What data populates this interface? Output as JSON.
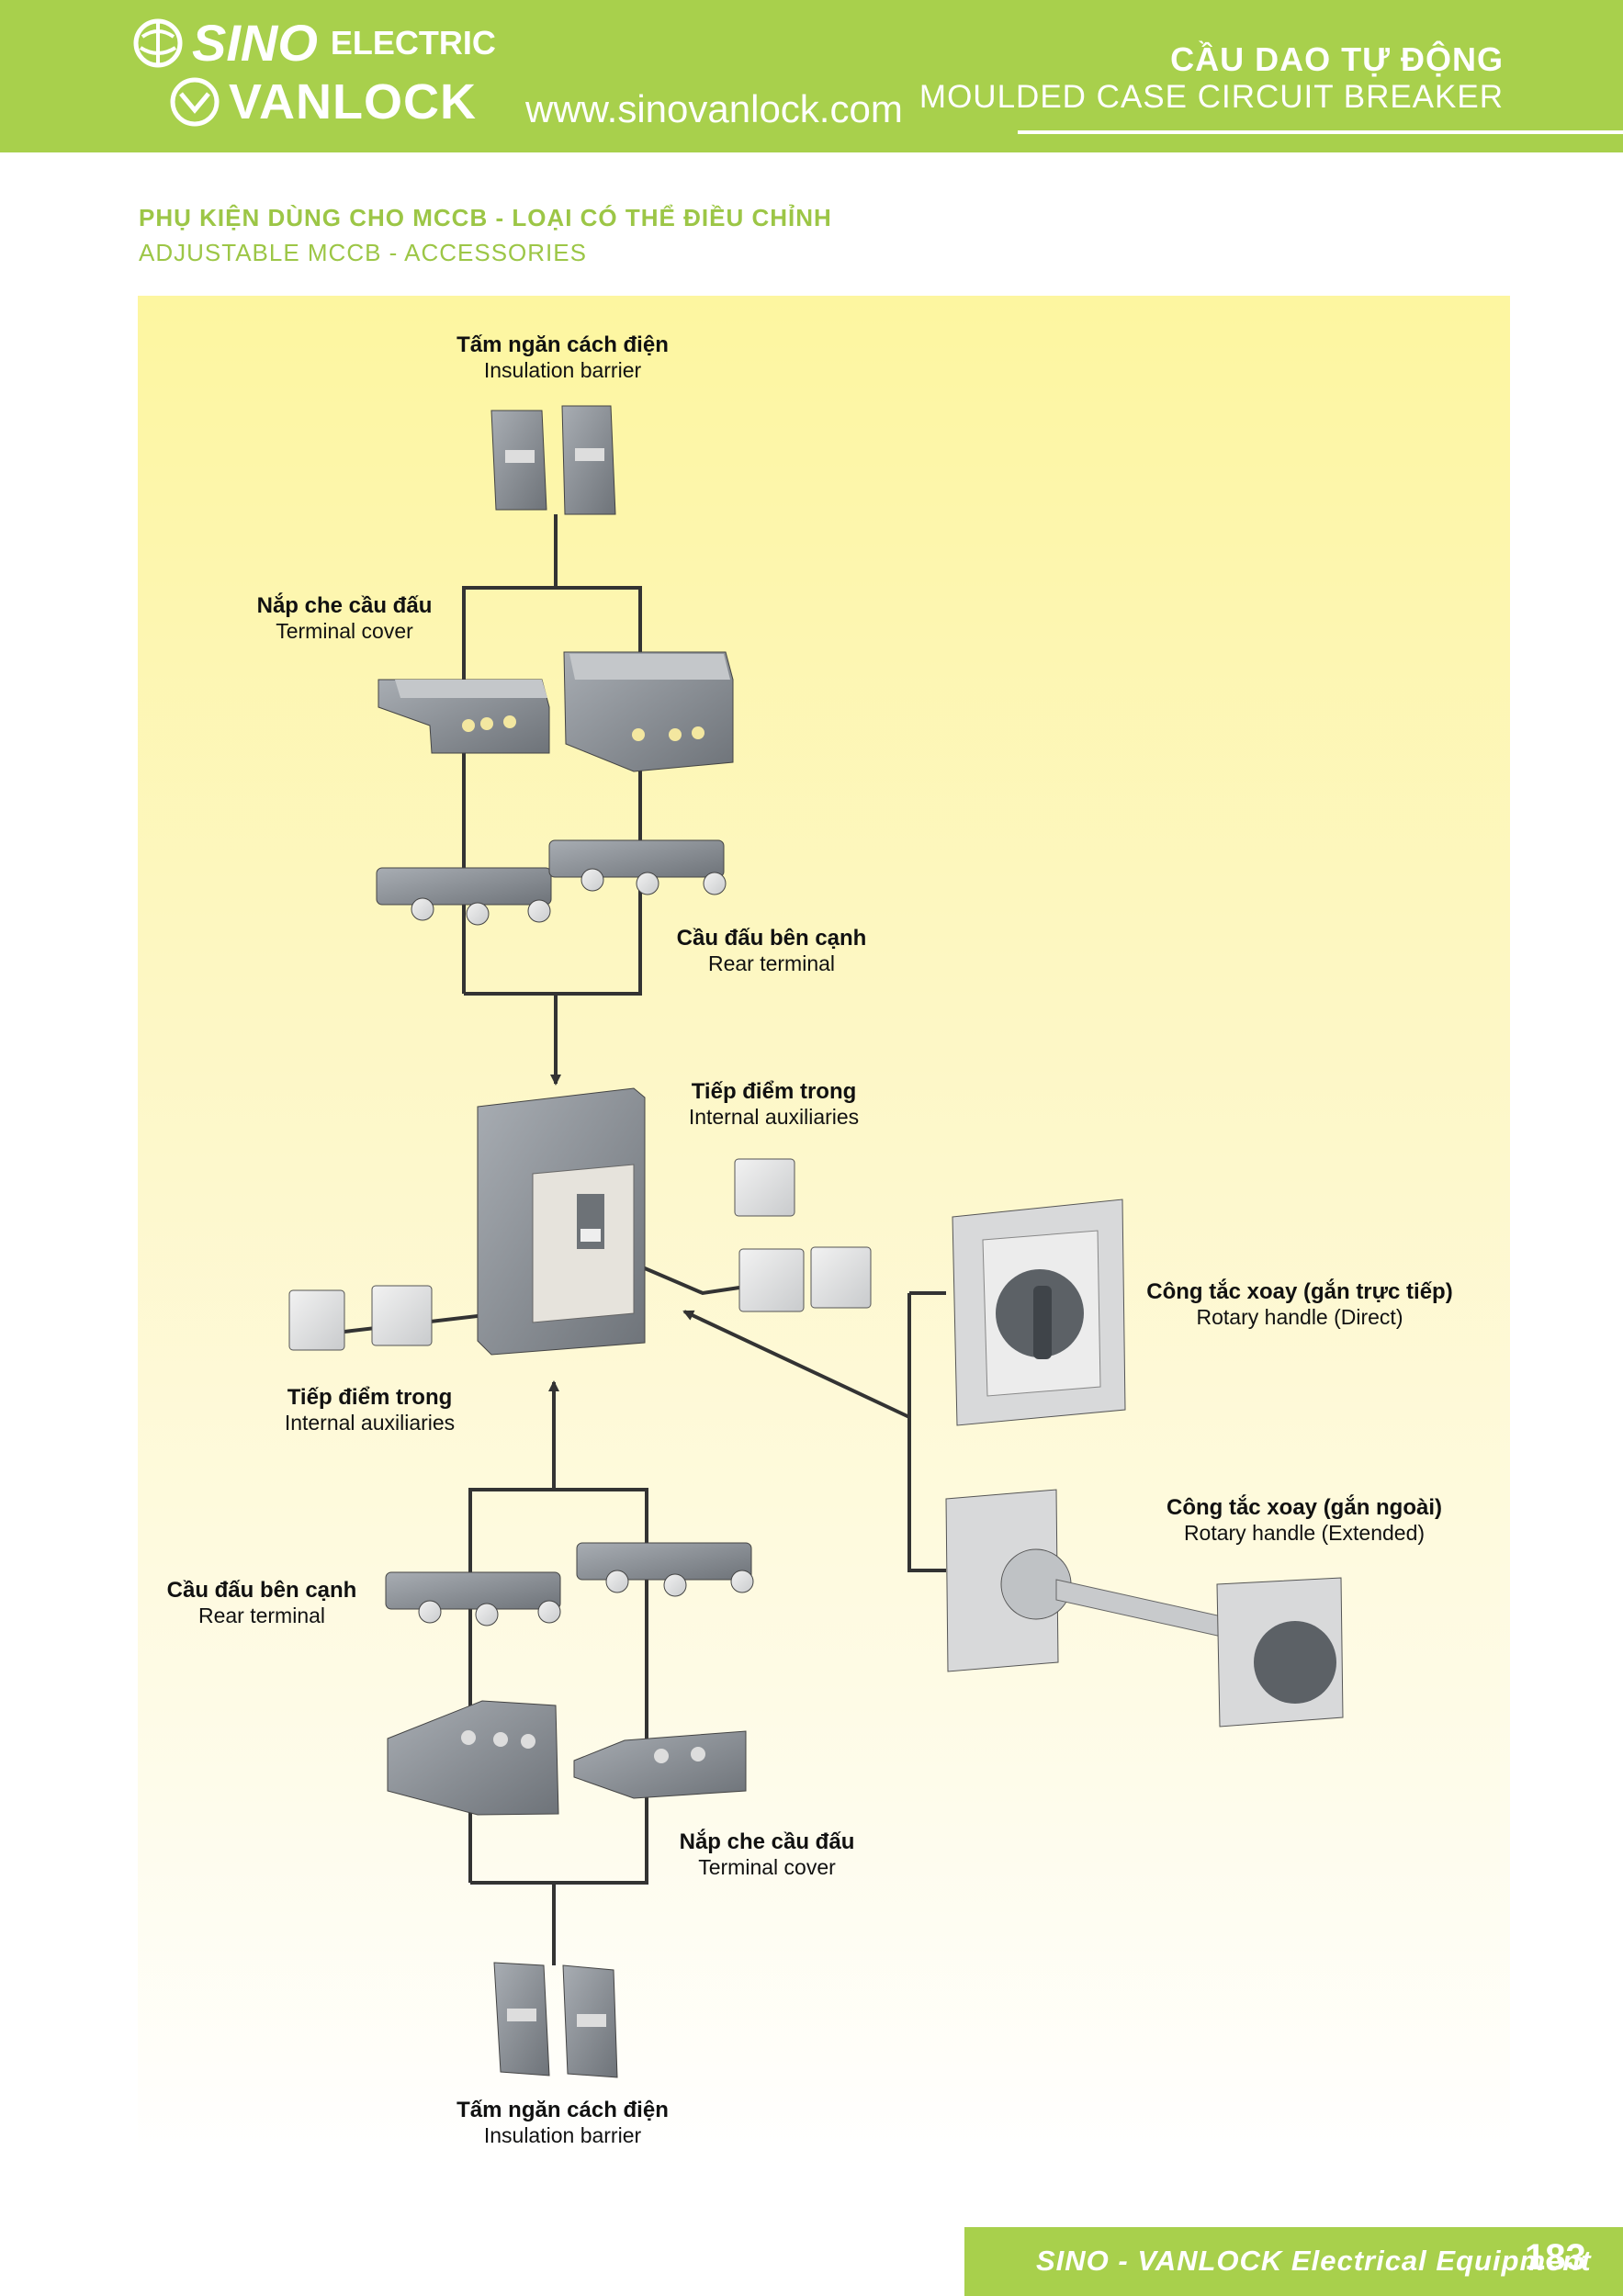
{
  "header": {
    "brand_top": "SINO",
    "brand_top_suffix": "ELECTRIC",
    "brand_bottom": "VANLOCK",
    "website": "www.sinovanlock.com",
    "title_vi": "CẦU DAO TỰ ĐỘNG",
    "title_en": "MOULDED CASE CIRCUIT BREAKER"
  },
  "section": {
    "title_vi": "PHỤ KIỆN DÙNG CHO MCCB - LOẠI CÓ THỂ ĐIỀU CHỈNH",
    "title_en": "ADJUSTABLE MCCB - ACCESSORIES"
  },
  "labels": {
    "barrier_top": {
      "vi": "Tấm ngăn cách điện",
      "en": "Insulation barrier"
    },
    "cover_top": {
      "vi": "Nắp che cầu đấu",
      "en": "Terminal cover"
    },
    "rear_top": {
      "vi": "Cầu đấu bên cạnh",
      "en": "Rear terminal"
    },
    "aux_right": {
      "vi": "Tiếp điểm trong",
      "en": "Internal auxiliaries"
    },
    "aux_left": {
      "vi": "Tiếp điểm trong",
      "en": "Internal auxiliaries"
    },
    "rotary_direct": {
      "vi": "Công tắc xoay (gắn trực tiếp)",
      "en": "Rotary handle (Direct)"
    },
    "rotary_ext": {
      "vi": "Công tắc xoay (gắn ngoài)",
      "en": "Rotary handle (Extended)"
    },
    "rear_bottom": {
      "vi": "Cầu đấu bên cạnh",
      "en": "Rear terminal"
    },
    "cover_bottom": {
      "vi": "Nắp che cầu đấu",
      "en": "Terminal cover"
    },
    "barrier_bottom": {
      "vi": "Tấm ngăn cách điện",
      "en": "Insulation barrier"
    }
  },
  "footer": {
    "text": "SINO - VANLOCK Electrical Equipment",
    "page_number": "183"
  },
  "colors": {
    "brand_green": "#a8d04c",
    "section_green": "#9cc646",
    "device_grey": "#8a8f95",
    "line": "#333333"
  }
}
